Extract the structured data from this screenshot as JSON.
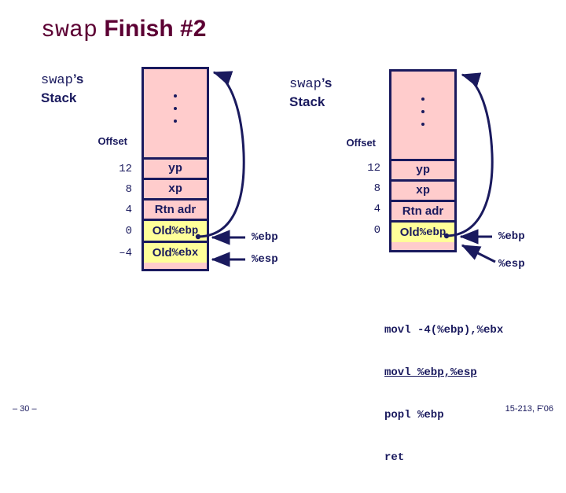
{
  "slide": {
    "title_mono": "swap",
    "title_rest": " Finish #2",
    "footer_left": "– 30 –",
    "footer_right": "15-213, F'06",
    "colors": {
      "title": "#5c0033",
      "ink": "#1a1a5e",
      "cell_pink": "#ffcccc",
      "cell_yellow": "#ffff99",
      "background": "#ffffff"
    }
  },
  "left_diagram": {
    "caption_mono": "swap",
    "caption_rest": "’s",
    "caption_line2": "Stack",
    "offset_header": "Offset",
    "ellipsis": "dot-dot-dot",
    "rows": [
      {
        "offset": "12",
        "label_bold": "",
        "label_mono": "yp",
        "fill": "pink"
      },
      {
        "offset": "8",
        "label_bold": "",
        "label_mono": "xp",
        "fill": "pink"
      },
      {
        "offset": "4",
        "label_bold": "Rtn adr",
        "label_mono": "",
        "fill": "pink"
      },
      {
        "offset": "0",
        "label_bold": "Old ",
        "label_mono": "%ebp",
        "fill": "yellow"
      },
      {
        "offset": "–4",
        "label_bold": "Old ",
        "label_mono": "%ebx",
        "fill": "yellow"
      }
    ],
    "pointers": [
      {
        "name": "ebp",
        "label": "%ebp",
        "target_offset": "0"
      },
      {
        "name": "esp",
        "label": "%esp",
        "target_offset": "–4"
      }
    ],
    "saved_ebp_arrow": "curved-arrow-from-old-ebp-to-top-of-stack"
  },
  "right_diagram": {
    "caption_mono": "swap",
    "caption_rest": "’s",
    "caption_line2": "Stack",
    "offset_header": "Offset",
    "ellipsis": "dot-dot-dot",
    "rows": [
      {
        "offset": "12",
        "label_bold": "",
        "label_mono": "yp",
        "fill": "pink"
      },
      {
        "offset": "8",
        "label_bold": "",
        "label_mono": "xp",
        "fill": "pink"
      },
      {
        "offset": "4",
        "label_bold": "Rtn adr",
        "label_mono": "",
        "fill": "pink"
      },
      {
        "offset": "0",
        "label_bold": "Old ",
        "label_mono": "%ebp",
        "fill": "yellow"
      }
    ],
    "pointers": [
      {
        "name": "ebp",
        "label": "%ebp",
        "target_offset": "0"
      },
      {
        "name": "esp",
        "label": "%esp",
        "target_offset": "0"
      }
    ],
    "saved_ebp_arrow": "curved-arrow-from-old-ebp-to-top-of-stack"
  },
  "code": {
    "lines": [
      {
        "text": "movl -4(%ebp),%ebx",
        "current": false
      },
      {
        "text": "movl %ebp,%esp",
        "current": true
      },
      {
        "text": "popl %ebp",
        "current": false
      },
      {
        "text": "ret",
        "current": false
      }
    ]
  }
}
